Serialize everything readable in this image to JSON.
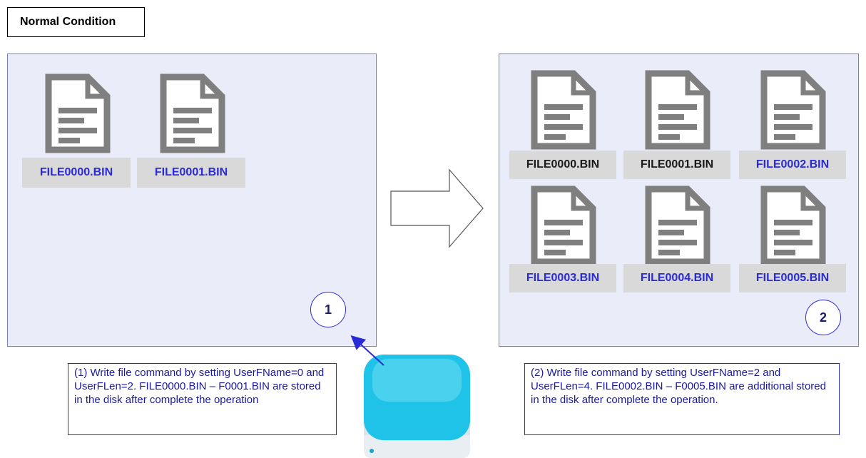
{
  "title": "Normal Condition",
  "left_panel": {
    "files": [
      {
        "name": "FILE0000.BIN",
        "label_color": "#2b2bd6"
      },
      {
        "name": "FILE0001.BIN",
        "label_color": "#2b2bd6"
      }
    ],
    "step_number": "1"
  },
  "right_panel": {
    "files": [
      {
        "name": "FILE0000.BIN",
        "label_color": "#1a1a1a"
      },
      {
        "name": "FILE0001.BIN",
        "label_color": "#1a1a1a"
      },
      {
        "name": "FILE0002.BIN",
        "label_color": "#2b2bd6"
      },
      {
        "name": "FILE0003.BIN",
        "label_color": "#2b2bd6"
      },
      {
        "name": "FILE0004.BIN",
        "label_color": "#2b2bd6"
      },
      {
        "name": "FILE0005.BIN",
        "label_color": "#2b2bd6"
      }
    ],
    "step_number": "2"
  },
  "notes": {
    "step1": "(1) Write file command by setting UserFName=0 and UserFLen=2. FILE0000.BIN – F0001.BIN are stored in the disk after complete the operation",
    "step2": "(2) Write file command by setting UserFName=2 and UserFLen=4. FILE0002.BIN – F0005.BIN are additional stored in the disk after complete the operation."
  },
  "icons": {
    "file": "document-icon",
    "disk": "external-drive-icon",
    "arrow": "right-arrow-icon"
  },
  "colors": {
    "panel_fill": "#eaedf9",
    "panel_border": "#6f82c9",
    "accent_blue": "#2b2bd6",
    "file_icon": "#7f7f7f",
    "disk": "#1fc3e8"
  }
}
